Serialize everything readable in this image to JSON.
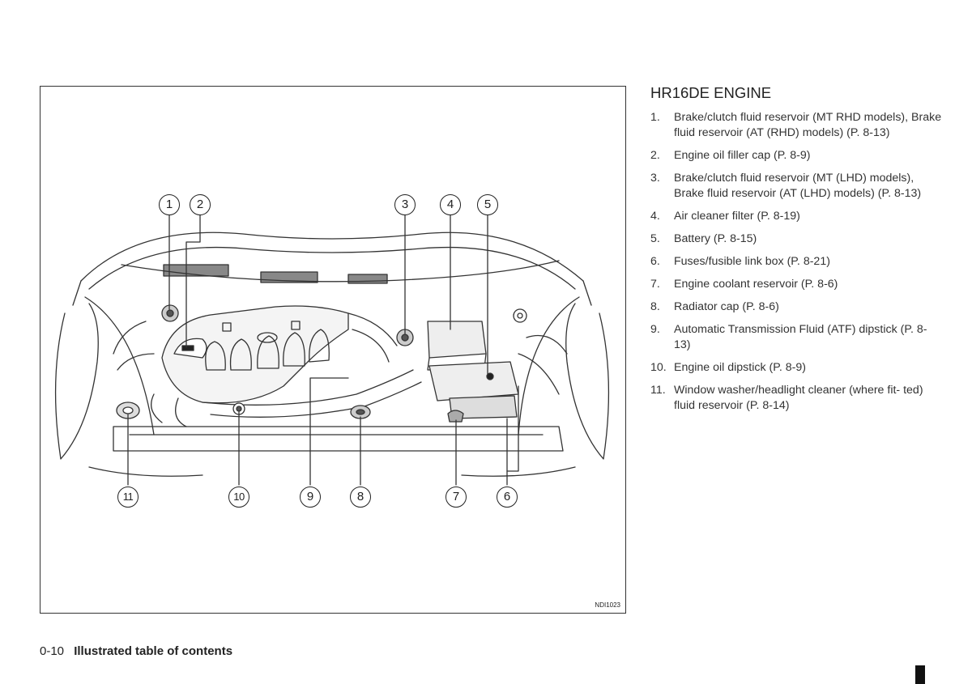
{
  "figure": {
    "code": "NDI1023",
    "callouts": [
      "1",
      "2",
      "3",
      "4",
      "5",
      "6",
      "7",
      "8",
      "9",
      "10",
      "11"
    ]
  },
  "section_title": "HR16DE ENGINE",
  "items": [
    {
      "num": "1.",
      "text": "Brake/clutch fluid reservoir (MT RHD models), Brake fluid reservoir (AT (RHD) models) (P. 8-13)"
    },
    {
      "num": "2.",
      "text": "Engine oil filler cap (P. 8-9)"
    },
    {
      "num": "3.",
      "text": "Brake/clutch fluid reservoir (MT (LHD) models), Brake fluid reservoir (AT (LHD) models) (P. 8-13)"
    },
    {
      "num": "4.",
      "text": "Air cleaner filter (P. 8-19)"
    },
    {
      "num": "5.",
      "text": "Battery (P. 8-15)"
    },
    {
      "num": "6.",
      "text": "Fuses/fusible link box (P. 8-21)"
    },
    {
      "num": "7.",
      "text": "Engine coolant reservoir (P. 8-6)"
    },
    {
      "num": "8.",
      "text": "Radiator cap (P. 8-6)"
    },
    {
      "num": "9.",
      "text": "Automatic Transmission Fluid (ATF) dipstick (P. 8-13)"
    },
    {
      "num": "10.",
      "text": "Engine oil dipstick (P. 8-9)"
    },
    {
      "num": "11.",
      "text": "Window washer/headlight cleaner (where fit- ted) fluid reservoir (P. 8-14)"
    }
  ],
  "footer": {
    "page_number": "0-10",
    "title": "Illustrated table of contents"
  }
}
